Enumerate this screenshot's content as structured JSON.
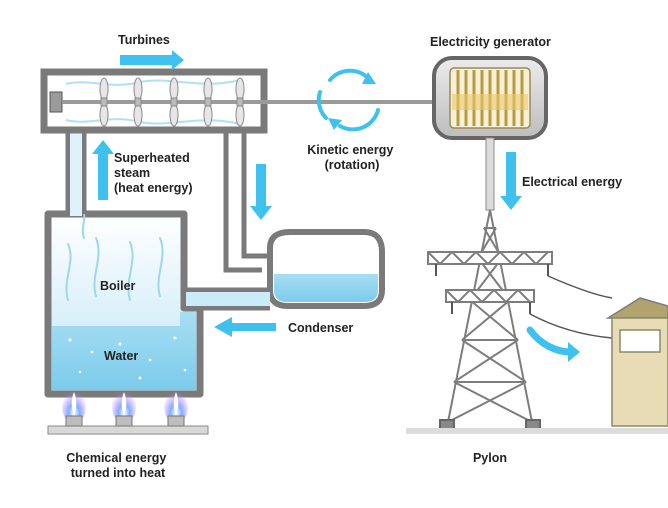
{
  "labels": {
    "turbines": "Turbines",
    "electricity_generator": "Electricity generator",
    "kinetic_energy": [
      "Kinetic energy",
      "(rotation)"
    ],
    "superheated_steam": [
      "Superheated",
      "steam",
      "(heat energy)"
    ],
    "electrical_energy": "Electrical energy",
    "boiler": "Boiler",
    "water": "Water",
    "condenser": "Condenser",
    "chemical_energy": [
      "Chemical energy",
      "turned into heat"
    ],
    "pylon": "Pylon"
  },
  "colors": {
    "pipe_wall": "#7a7a7a",
    "pipe_fill": "#ffffff",
    "water": "#8fd3ee",
    "steam": "#c5e9f8",
    "arrow": "#3fc1f0",
    "flame": "#6a72d8",
    "pylon": "#7d7d7d",
    "house_wall": "#e7dcb6"
  }
}
